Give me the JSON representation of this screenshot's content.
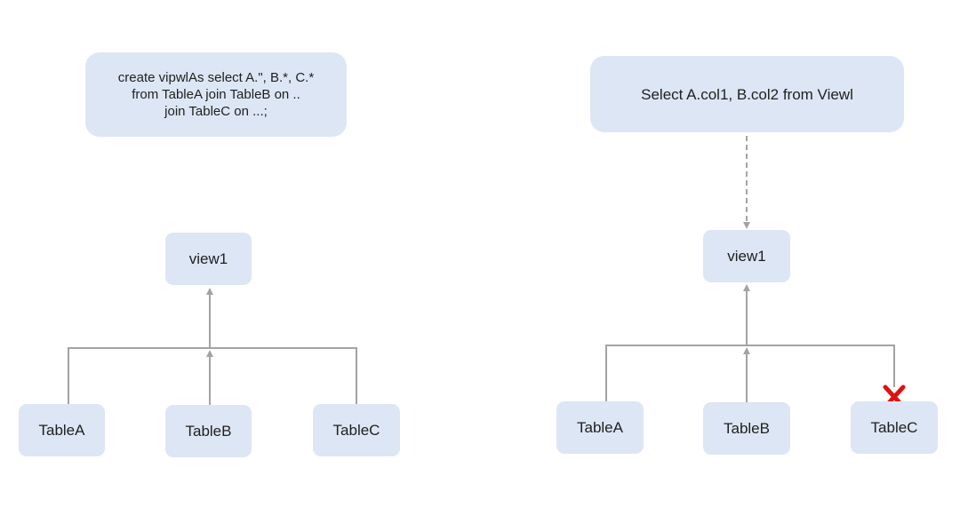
{
  "left_panel": {
    "query_lines": [
      "create vipwlAs select A.\", B.*, C.*",
      "from TableA join TableB on ..",
      "join TableC on ...;"
    ],
    "view_label": "view1",
    "tables": [
      "TableA",
      "TableB",
      "TableC"
    ]
  },
  "right_panel": {
    "query": "Select A.col1, B.col2 from Viewl",
    "view_label": "view1",
    "tables": [
      "TableA",
      "TableB",
      "TableC"
    ],
    "blocked_table": "TableC",
    "blocked_marker": "cross-icon"
  },
  "colors": {
    "box_fill": "#dde6f4",
    "connector": "#a3a3a3",
    "blocked": "#e01010",
    "text": "#1f1f1f"
  }
}
